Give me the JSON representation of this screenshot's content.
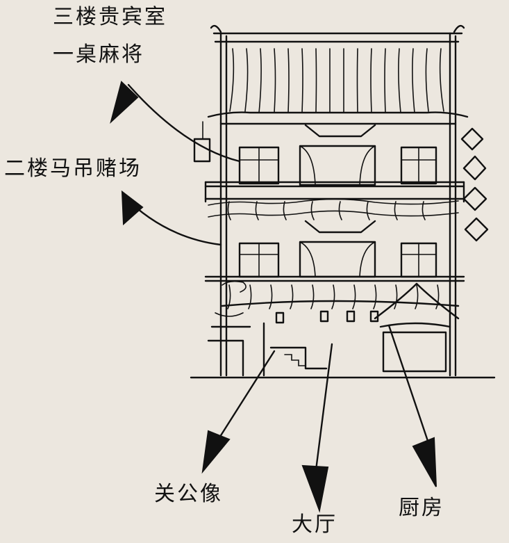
{
  "labels": {
    "third_floor_line1": "三楼贵宾室",
    "third_floor_line2": "一桌麻将",
    "second_floor": "二楼马吊赌场",
    "guan_gong_statue": "关公像",
    "main_hall": "大厅",
    "kitchen": "厨房"
  },
  "colors": {
    "paper": "#ece7df",
    "ink": "#111111"
  }
}
